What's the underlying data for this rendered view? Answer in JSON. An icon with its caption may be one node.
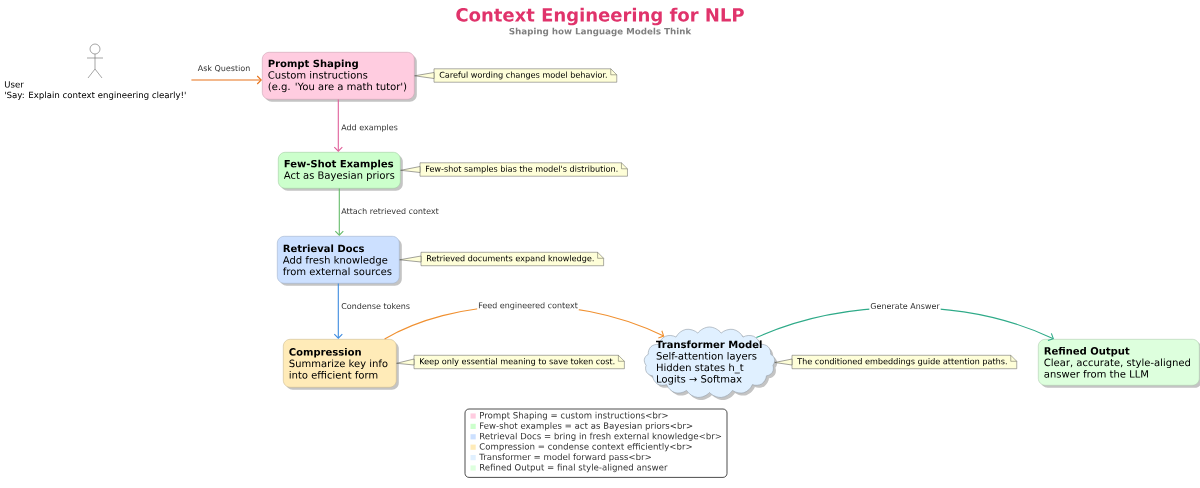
{
  "diagram": {
    "title": "Context Engineering for NLP",
    "nodes": [
      {
        "text": [
          "User 'Say: Explain context engineering clearly!'"
        ]
      },
      {
        "text": [
          "Prompt Shaping",
          "Custom instructions (e.g. 'You are a math tutor')"
        ]
      },
      {
        "text": [
          "Careful wording changes model behavior."
        ]
      },
      {
        "text": [
          "Few-Shot Examples",
          "Act as Bayesian priors"
        ]
      },
      {
        "text": [
          "Few-shot samples bias the model's distribution."
        ]
      },
      {
        "text": [
          "Retrieval Docs",
          "Add fresh knowledge from external sources"
        ]
      },
      {
        "text": [
          "Retrieved documents expand knowledge."
        ]
      },
      {
        "text": [
          "Compression",
          "Summarize key info into efficient form"
        ]
      },
      {
        "text": [
          "Keep only essential meaning to save token cost."
        ]
      },
      {
        "text": [
          "Transformer Model",
          "Self-attention layers Hidden states h_t Logits → Softmax"
        ]
      },
      {
        "text": [
          "The conditioned embeddings guide attention paths."
        ]
      },
      {
        "text": [
          "Refined Output",
          "Clear, accurate, style-aligned answer from the LLM"
        ]
      }
    ],
    "edges": [
      {
        "from": 0,
        "to": 1,
        "arrow": "to",
        "label": "Ask Question",
        "color": "#e8731a"
      },
      {
        "from": 1,
        "to": 3,
        "arrow": "to",
        "label": "Add examples",
        "color": "#e0609a"
      },
      {
        "from": 3,
        "to": 5,
        "arrow": "to",
        "label": "Attach retrieved context",
        "color": "#66bb6a"
      },
      {
        "from": 5,
        "to": 7,
        "arrow": "to",
        "label": "Condense tokens",
        "color": "#3d8be0"
      },
      {
        "from": 7,
        "to": 9,
        "arrow": "to",
        "label": "Feed engineered context",
        "color": "#f09030"
      },
      {
        "from": 9,
        "to": 11,
        "arrow": "to",
        "label": "Generate Answer",
        "color": "#2eaa88"
      },
      {
        "from": 1,
        "to": 2,
        "arrow": "none"
      },
      {
        "from": 3,
        "to": 4,
        "arrow": "none"
      },
      {
        "from": 5,
        "to": 6,
        "arrow": "none"
      },
      {
        "from": 7,
        "to": 8,
        "arrow": "none"
      },
      {
        "from": 9,
        "to": 10,
        "arrow": "none"
      }
    ],
    "labels": [
      "Shaping how Language Models Think"
    ],
    "legend": [
      {
        "text": "Prompt Shaping = custom instructions<br>",
        "color": "#ffcce0"
      },
      {
        "text": "Few-shot examples = act as Bayesian priors<br>",
        "color": "#ccffcc"
      },
      {
        "text": "Retrieval Docs = bring in fresh external knowledge<br>",
        "color": "#cce0ff"
      },
      {
        "text": "Compression = condense context efficiently<br>",
        "color": "#ffebb8"
      },
      {
        "text": "Transformer = model forward pass<br>",
        "color": "#e0f0ff"
      },
      {
        "text": "Refined Output = final style-aligned answer",
        "color": "#ddffdd"
      }
    ]
  }
}
